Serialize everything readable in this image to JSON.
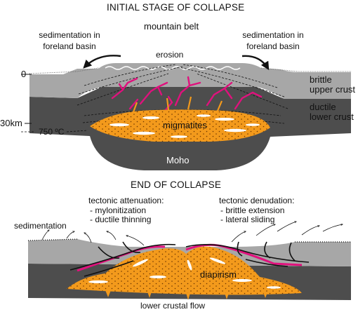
{
  "initial": {
    "title": "INITIAL STAGE OF COLLAPSE",
    "mountain_belt": "mountain belt",
    "sed_left_1": "sedimentation in",
    "sed_left_2": "foreland basin",
    "sed_right_1": "sedimentation in",
    "sed_right_2": "foreland basin",
    "erosion": "erosion",
    "depth_0": "0",
    "depth_30": "30km",
    "isotherm": "750 ºC",
    "brittle_1": "brittle",
    "brittle_2": "upper crust",
    "ductile_1": "ductile",
    "ductile_2": "lower crust",
    "migmatites": "migmatites",
    "moho": "Moho"
  },
  "end": {
    "title": "END OF COLLAPSE",
    "attenuation_title": "tectonic attenuation:",
    "attenuation_1": "- mylonitization",
    "attenuation_2": "- ductile thinning",
    "denudation_title": "tectonic denudation:",
    "denudation_1": "- brittle extension",
    "denudation_2": "- lateral sliding",
    "sedimentation": "sedimentation",
    "diapirism": "diapirism",
    "lower_flow": "lower crustal flow"
  },
  "colors": {
    "upper_crust": "#a7a7a7",
    "lower_crust": "#4d4d4d",
    "migmatite": "#f39a1c",
    "melt_veins": "#e0117d"
  }
}
